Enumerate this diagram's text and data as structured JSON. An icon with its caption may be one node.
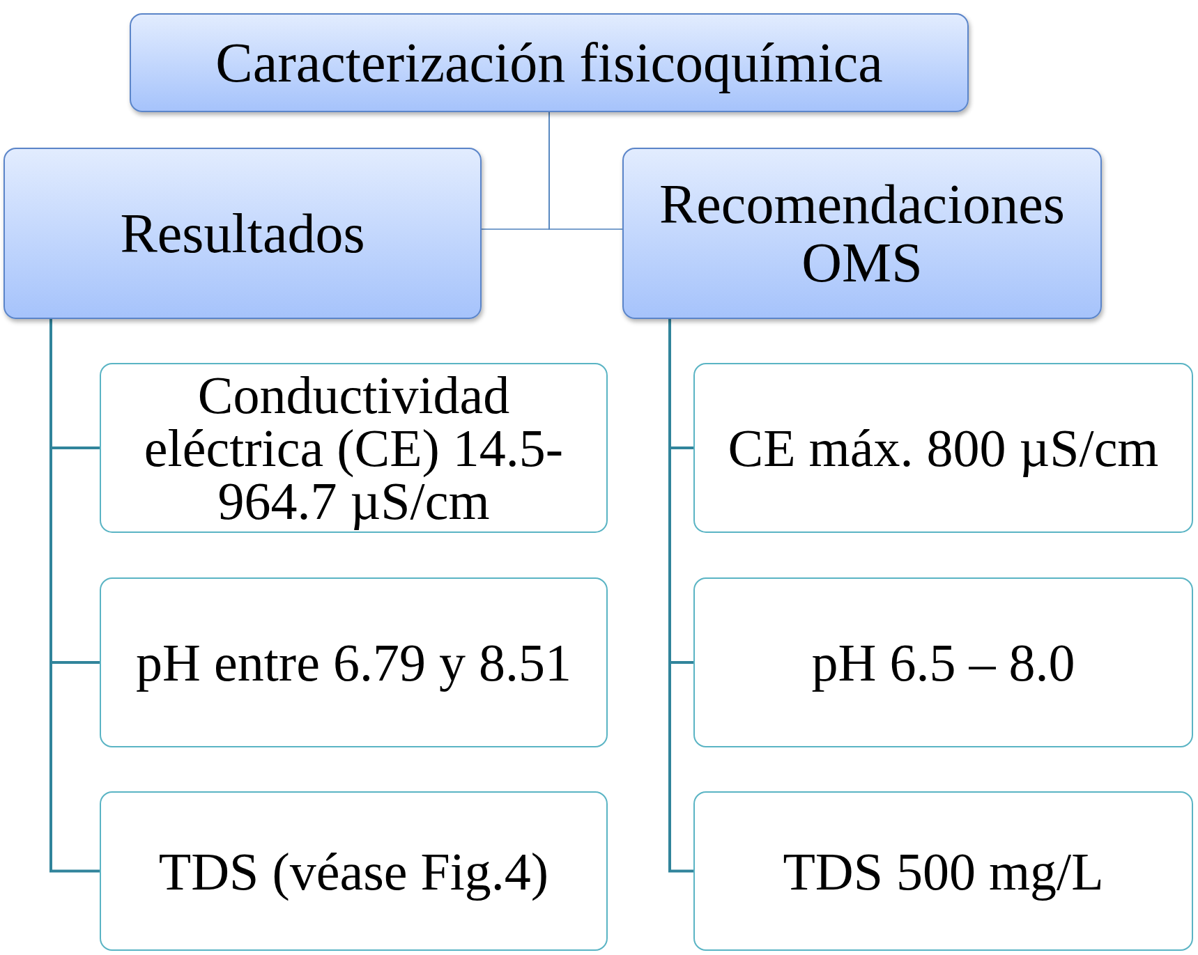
{
  "diagram": {
    "nodes": [
      {
        "text": [
          "Caracterización fisicoquímica"
        ]
      },
      {
        "text": [
          "Resultados"
        ]
      },
      {
        "text": [
          "Recomendaciones OMS"
        ]
      },
      {
        "text": [
          "Conductividad eléctrica (CE) 14.5-964.7 µS/cm"
        ]
      },
      {
        "text": [
          "pH entre 6.79 y 8.51"
        ]
      },
      {
        "text": [
          "TDS (véase Fig.4)"
        ]
      },
      {
        "text": [
          "CE máx. 800 µS/cm"
        ]
      },
      {
        "text": [
          "pH 6.5 – 8.0"
        ]
      },
      {
        "text": [
          "TDS 500 mg/L"
        ]
      }
    ],
    "edges": [
      {
        "from": 0,
        "to": 1,
        "arrow": "none",
        "color": "#4f81bd"
      },
      {
        "from": 0,
        "to": 2,
        "arrow": "none",
        "color": "#4f81bd"
      },
      {
        "from": 1,
        "to": 3,
        "arrow": "none"
      },
      {
        "from": 1,
        "to": 4,
        "arrow": "none"
      },
      {
        "from": 1,
        "to": 5,
        "arrow": "none"
      },
      {
        "from": 2,
        "to": 6,
        "arrow": "none"
      },
      {
        "from": 2,
        "to": 7,
        "arrow": "none"
      },
      {
        "from": 2,
        "to": 8,
        "arrow": "none"
      }
    ]
  }
}
